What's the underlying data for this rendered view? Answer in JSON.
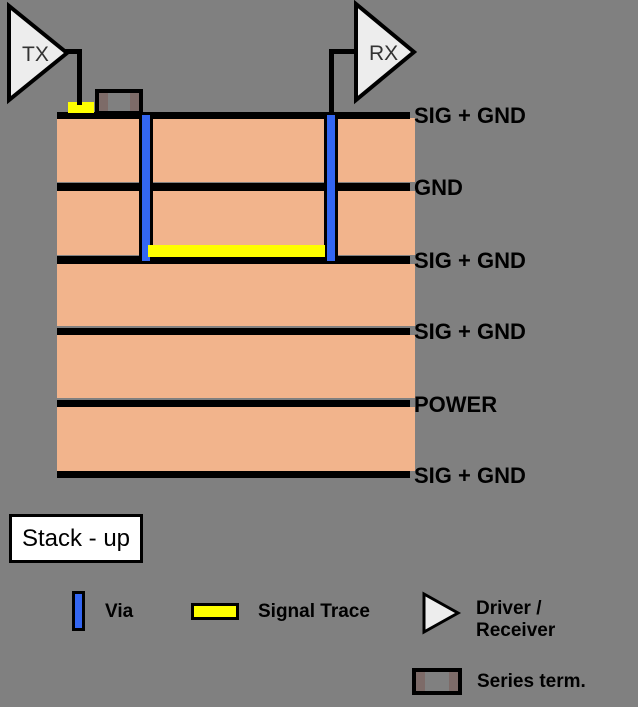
{
  "diagram": {
    "title": "Stack - up",
    "background_color": "#808080",
    "dielectric_color": "#f2b48c",
    "copper_color": "#000000",
    "via_color": "#3366f2",
    "trace_color": "#ffff00",
    "resistor_cap_color": "#7d6b68"
  },
  "drivers": [
    {
      "name": "tx",
      "label": "TX"
    },
    {
      "name": "rx",
      "label": "RX"
    }
  ],
  "layers": [
    {
      "index": 1,
      "label": "SIG + GND"
    },
    {
      "index": 2,
      "label": "GND"
    },
    {
      "index": 3,
      "label": "SIG + GND"
    },
    {
      "index": 4,
      "label": "SIG + GND"
    },
    {
      "index": 5,
      "label": "POWER"
    },
    {
      "index": 6,
      "label": "SIG + GND"
    }
  ],
  "legend": {
    "via": "Via",
    "signal_trace": "Signal Trace",
    "driver_receiver_line1": "Driver /",
    "driver_receiver_line2": "Receiver",
    "series_term": "Series term."
  }
}
